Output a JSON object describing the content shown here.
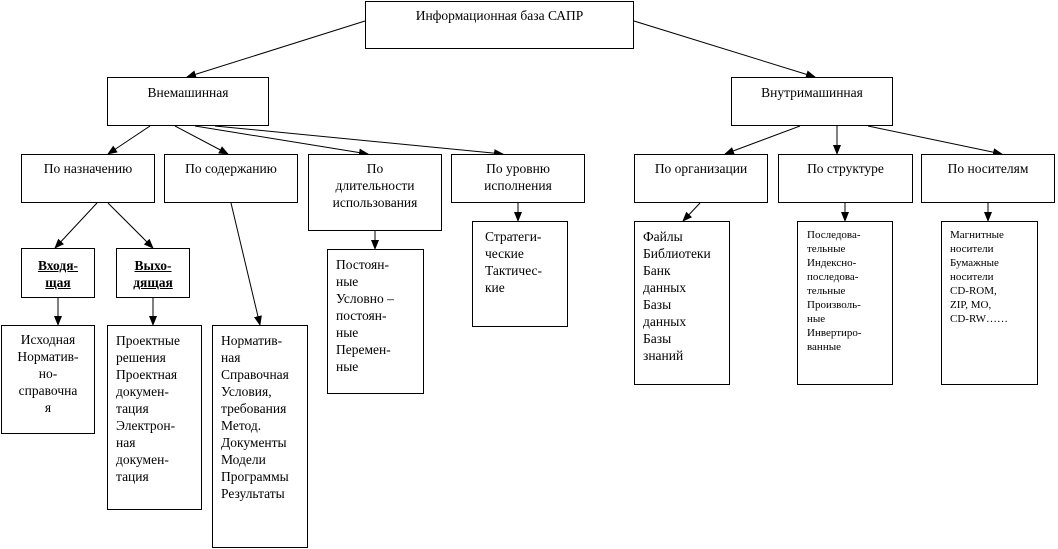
{
  "root": {
    "label": "Информационная база САПР"
  },
  "external": {
    "label": "Внемашинная",
    "by_purpose": {
      "label": "По назначению",
      "input": {
        "label": "Входя-\nщая",
        "items": "Исходная\nНорматив-\nно-\nсправочна\nя"
      },
      "output": {
        "label": "Выхо-\nдящая",
        "items": "Проектные\nрешения\nПроектная\nдокумен-\nтация\nЭлектрон-\nная\nдокумен-\nтация"
      }
    },
    "by_content": {
      "label": "По содержанию",
      "items": "Норматив-\nная\nСправочная\nУсловия,\nтребования\nМетод.\nДокументы\nМодели\nПрограммы\nРезультаты"
    },
    "by_duration": {
      "label": "По\nдлительности\nиспользования",
      "items": "Постоян-\nные\nУсловно –\nпостоян-\nные\nПеремен-\nные"
    },
    "by_level": {
      "label": "По уровню\nисполнения",
      "items": "Стратеги-\nческие\nТактичес-\nкие"
    }
  },
  "internal": {
    "label": "Внутримашинная",
    "by_organization": {
      "label": "По организации",
      "items": "Файлы\nБиблиотеки\nБанк\nданных\nБазы\nданных\nБазы\nзнаний"
    },
    "by_structure": {
      "label": "По структуре",
      "items": "Последова-\nтельные\nИндексно-\nпоследова-\nтельные\nПроизволь-\nные\nИнвертиро-\nванные"
    },
    "by_media": {
      "label": "По носителям",
      "items": "Магнитные\nносители\nБумажные\nносители\nCD-ROM,\nZIP, MO,\nCD-RW……"
    }
  }
}
